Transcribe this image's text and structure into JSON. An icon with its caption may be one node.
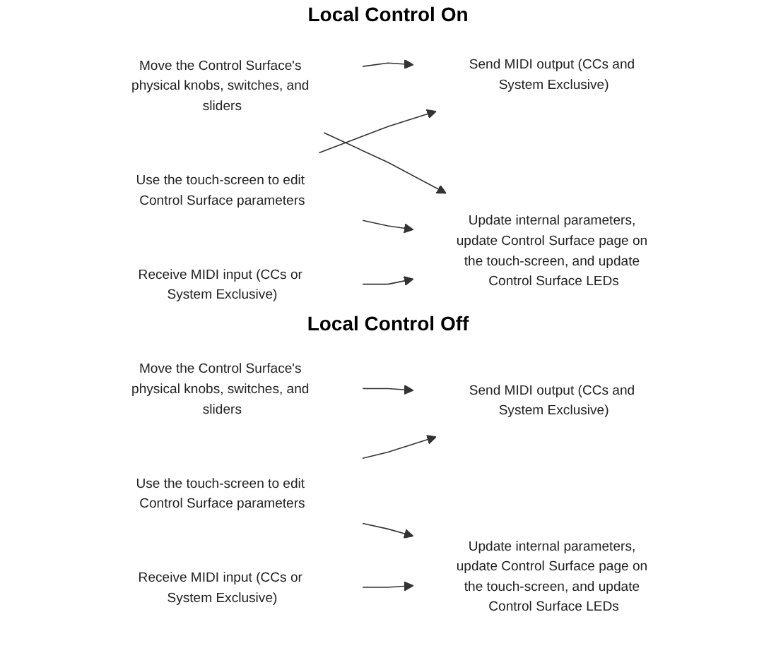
{
  "diagram": {
    "nodes": [
      {
        "text": [
          "Move the Control Surface's physical knobs, switches, and sliders"
        ]
      },
      {
        "text": [
          "Use the touch-screen to edit Control Surface parameters"
        ]
      },
      {
        "text": [
          "Receive MIDI input (CCs or System Exclusive)"
        ]
      },
      {
        "text": [
          "Send MIDI output (CCs and System Exclusive)"
        ]
      },
      {
        "text": [
          "Update internal parameters, update Control Surface page on the touch-screen, and update Control Surface LEDs"
        ]
      },
      {
        "text": [
          "Move the Control Surface's physical knobs, switches, and sliders"
        ]
      },
      {
        "text": [
          "Use the touch-screen to edit Control Surface parameters"
        ]
      },
      {
        "text": [
          "Receive MIDI input (CCs or System Exclusive)"
        ]
      },
      {
        "text": [
          "Send MIDI output (CCs and System Exclusive)"
        ]
      },
      {
        "text": [
          "Update internal parameters, update Control Surface page on the touch-screen, and update Control Surface LEDs"
        ]
      }
    ],
    "edges": [
      {
        "from": 0,
        "to": 3,
        "arrow": "to"
      },
      {
        "from": 0,
        "to": 4,
        "arrow": "to"
      },
      {
        "from": 1,
        "to": 3,
        "arrow": "to"
      },
      {
        "from": 1,
        "to": 4,
        "arrow": "to"
      },
      {
        "from": 2,
        "to": 4,
        "arrow": "to"
      },
      {
        "from": 5,
        "to": 8,
        "arrow": "to"
      },
      {
        "from": 6,
        "to": 8,
        "arrow": "to"
      },
      {
        "from": 6,
        "to": 9,
        "arrow": "to"
      },
      {
        "from": 7,
        "to": 9,
        "arrow": "to"
      }
    ],
    "labels": [
      "Local Control On",
      "Local Control Off"
    ]
  }
}
